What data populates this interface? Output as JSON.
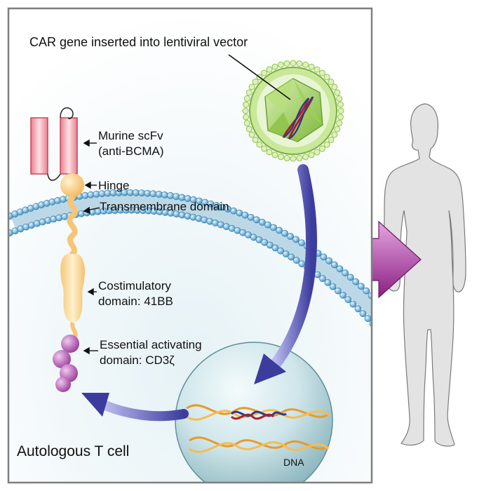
{
  "title": "CAR gene inserted into lentiviral vector",
  "labels": {
    "scfv_line1": "Murine scFv",
    "scfv_line2": "(anti-BCMA)",
    "hinge": "Hinge",
    "transmembrane": "Transmembrane domain",
    "costim_line1": "Costimulatory",
    "costim_line2": "domain: 41BB",
    "activating_line1": "Essential activating",
    "activating_line2": "domain: CD3ζ",
    "cell": "Autologous T cell",
    "dna": "DNA"
  },
  "colors": {
    "membrane_blue": "#5aa9d6",
    "scfv_pink": "#f4a7b0",
    "hinge_orange": "#f9cf85",
    "cd3z_purple": "#b470b8",
    "virus_green": "#8fc54a",
    "arrow_blue": "#4a4aa8",
    "arrow_purple": "#a63a9c",
    "silhouette_gray": "#e3e3e3",
    "dna_orange": "#f0a030"
  },
  "icons": [
    "lentivirus-icon",
    "human-silhouette-icon",
    "dna-helix-icon"
  ]
}
